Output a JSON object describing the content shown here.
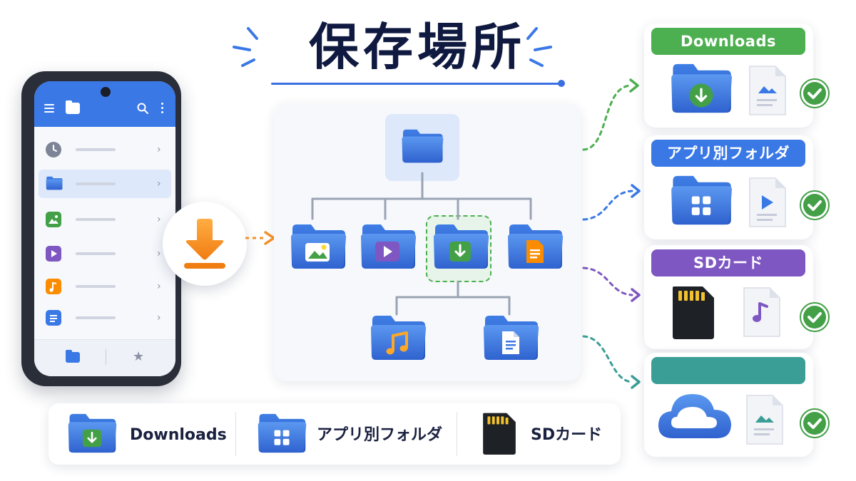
{
  "title": "保存場所",
  "phone": {
    "screen_rows": [
      {
        "icon": "clock-icon",
        "color": "#7d8496",
        "selected": false
      },
      {
        "icon": "folder-icon",
        "color": "#3a78e6",
        "selected": true
      },
      {
        "icon": "image-icon",
        "color": "#43a047",
        "selected": false
      },
      {
        "icon": "video-icon",
        "color": "#7e57c2",
        "selected": false
      },
      {
        "icon": "music-icon",
        "color": "#fb8c00",
        "selected": false
      },
      {
        "icon": "document-icon",
        "color": "#3a78e6",
        "selected": false
      }
    ],
    "chevron": "›",
    "star": "★"
  },
  "tree": {
    "root": "folder-icon",
    "level1": [
      "image-folder-icon",
      "video-folder-icon",
      "download-folder-icon",
      "document-folder-icon"
    ],
    "level2": [
      "music-folder-icon",
      "document-folder-icon"
    ]
  },
  "destinations": [
    {
      "label": "Downloads",
      "color": "#4caf50",
      "folder_icon": "download-folder-icon",
      "file_icon": "image-file-icon",
      "arrow_color": "#4caf50"
    },
    {
      "label": "アプリ別フォルダ",
      "color": "#3a78e6",
      "folder_icon": "grid-folder-icon",
      "file_icon": "video-file-icon",
      "arrow_color": "#3a78e6"
    },
    {
      "label": "SDカード",
      "color": "#7e57c2",
      "folder_icon": "sd-card-icon",
      "file_icon": "music-file-icon",
      "arrow_color": "#7e57c2"
    },
    {
      "label": "",
      "color": "#3a9e96",
      "folder_icon": "cloud-icon",
      "file_icon": "image-file-icon",
      "arrow_color": "#3a9e96"
    }
  ],
  "legend": [
    {
      "label": "Downloads",
      "icon": "download-folder-icon"
    },
    {
      "label": "アプリ別フォルダ",
      "icon": "grid-folder-icon"
    },
    {
      "label": "SDカード",
      "icon": "sd-card-icon"
    }
  ],
  "colors": {
    "accent_blue": "#3a78e6",
    "green": "#4caf50",
    "purple": "#7e57c2",
    "teal": "#3a9e96",
    "orange": "#f5922b"
  }
}
